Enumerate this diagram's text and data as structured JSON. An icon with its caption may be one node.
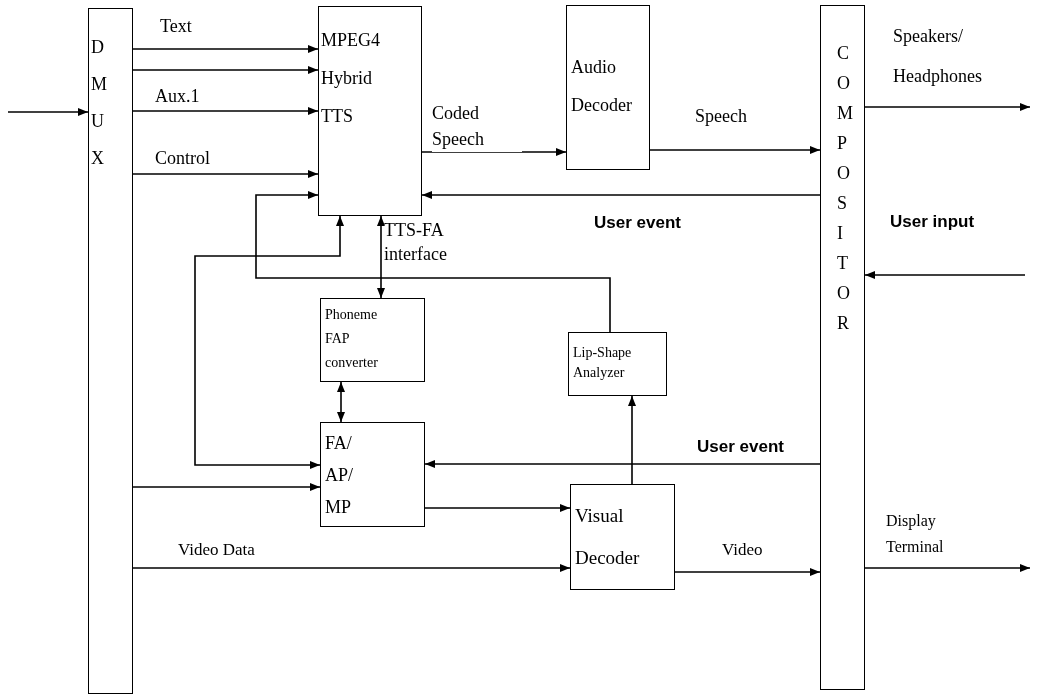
{
  "diagram": {
    "nodes": [
      {
        "text": [
          "DMUX"
        ]
      },
      {
        "text": [
          "MPEG4 Hybrid TTS"
        ]
      },
      {
        "text": [
          "Audio Decoder"
        ]
      },
      {
        "text": [
          "COMPOSITOR"
        ]
      },
      {
        "text": [
          "Phoneme FAP converter"
        ]
      },
      {
        "text": [
          "Lip-Shape Analyzer"
        ]
      },
      {
        "text": [
          "FA/ AP/ MP"
        ]
      },
      {
        "text": [
          "Visual Decoder"
        ]
      }
    ],
    "edges": [
      {
        "from": null,
        "to": 0,
        "arrow": "to"
      },
      {
        "from": 0,
        "to": 1,
        "arrow": "to",
        "label": "Text"
      },
      {
        "from": 0,
        "to": 1,
        "arrow": "to"
      },
      {
        "from": 0,
        "to": 1,
        "arrow": "to",
        "label": "Aux.1"
      },
      {
        "from": 0,
        "to": 1,
        "arrow": "to",
        "label": "Control"
      },
      {
        "from": 1,
        "to": 2,
        "arrow": "to",
        "label": "Coded Speech"
      },
      {
        "from": 2,
        "to": 3,
        "arrow": "to",
        "label": "Speech"
      },
      {
        "from": 3,
        "to": 1,
        "arrow": "to",
        "label": "User event"
      },
      {
        "from": 5,
        "to": 1,
        "arrow": "to"
      },
      {
        "from": 1,
        "to": 6,
        "arrow": "both"
      },
      {
        "from": 1,
        "to": 4,
        "arrow": "both",
        "label": "TTS-FA interface"
      },
      {
        "from": 4,
        "to": 6,
        "arrow": "both"
      },
      {
        "from": 3,
        "to": 6,
        "arrow": "to",
        "label": "User event"
      },
      {
        "from": 0,
        "to": 6,
        "arrow": "to"
      },
      {
        "from": 6,
        "to": 7,
        "arrow": "to"
      },
      {
        "from": 0,
        "to": 7,
        "arrow": "to",
        "label": "Video Data"
      },
      {
        "from": 7,
        "to": 5,
        "arrow": "to"
      },
      {
        "from": 7,
        "to": 3,
        "arrow": "to",
        "label": "Video"
      },
      {
        "from": 3,
        "to": null,
        "arrow": "to",
        "label": "Speakers/ Headphones"
      },
      {
        "from": null,
        "to": 3,
        "arrow": "to",
        "label": "User input"
      },
      {
        "from": 3,
        "to": null,
        "arrow": "to",
        "label": "Display Terminal"
      }
    ]
  }
}
